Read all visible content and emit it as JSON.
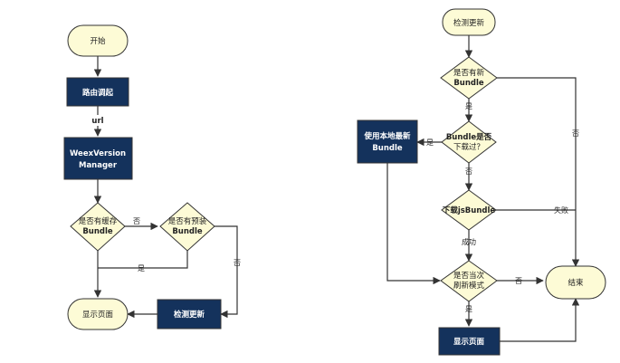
{
  "left_flow": {
    "start": "开始",
    "route": "路由调起",
    "url_label": "url",
    "manager_line1": "WeexVersion",
    "manager_line2": "Manager",
    "cache_line1": "是否有缓存",
    "cache_line2": "Bundle",
    "preinstall_line1": "是否有预装",
    "preinstall_line2": "Bundle",
    "no_label_1": "否",
    "yes_label_1": "是",
    "no_label_2": "否",
    "show_page": "显示页面",
    "check_update": "检测更新"
  },
  "right_flow": {
    "check_update": "检测更新",
    "new_bundle_line1": "是否有新",
    "new_bundle_line2": "Bundle",
    "yes_label_1": "是",
    "no_label_1": "否",
    "downloaded_line1": "Bundle是否",
    "downloaded_line2": "下载过？",
    "yes_label_2": "是",
    "no_label_2": "否",
    "use_local_line1": "使用本地最新",
    "use_local_line2": "Bundle",
    "download": "下载jsBundle",
    "fail_label": "失败",
    "success_label": "成功",
    "refresh_line1": "是否当次",
    "refresh_line2": "刷新模式",
    "yes_label_3": "是",
    "no_label_3": "否",
    "end": "结束",
    "show_page": "显示页面"
  }
}
